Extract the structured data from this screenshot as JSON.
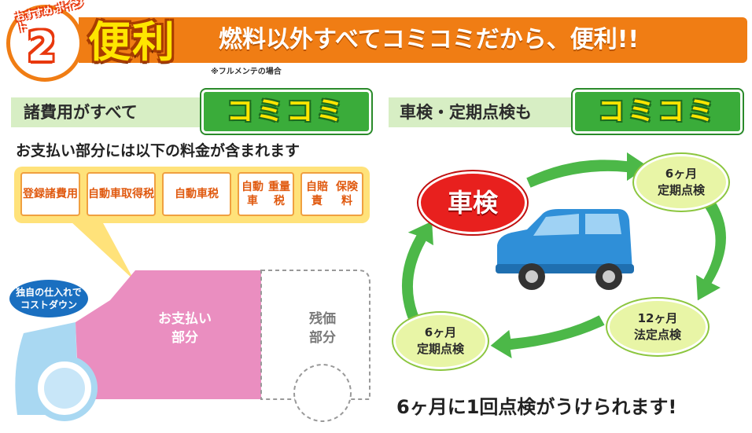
{
  "header": {
    "point_label": "おすすめ ポイント",
    "point_number": "2",
    "title": "便利",
    "headline": "燃料以外すべてコミコミだから、便利!!",
    "note": "※フルメンテの場合"
  },
  "left": {
    "section_title": "諸費用がすべて",
    "komikomi": "コミコミ",
    "includes": "お支払い部分には以下の料金が含まれます",
    "fees": [
      {
        "line1": "登録",
        "line2": "諸費用"
      },
      {
        "line1": "自動車",
        "line2": "取得税"
      },
      {
        "line1": "自動車税",
        "line2": ""
      },
      {
        "line1": "自動車",
        "line2": "重量税"
      },
      {
        "line1": "自賠責",
        "line2": "保険料"
      }
    ],
    "cost_bubble": {
      "line1": "独自の仕入れで",
      "line2": "コストダウン"
    },
    "payment": {
      "line1": "お支払い",
      "line2": "部分"
    },
    "residual": {
      "line1": "残価",
      "line2": "部分"
    }
  },
  "right": {
    "section_title": "車検・定期点検も",
    "komikomi": "コミコミ",
    "shaken": "車検",
    "inspections": [
      {
        "line1": "6ヶ月",
        "line2": "定期点検"
      },
      {
        "line1": "12ヶ月",
        "line2": "法定点検"
      },
      {
        "line1": "6ヶ月",
        "line2": "定期点検"
      }
    ],
    "bottom": "6ヶ月に1回点検がうけられます!"
  },
  "colors": {
    "orange": "#f07d14",
    "green": "#3aac3a",
    "pink": "#ea8ec0",
    "red": "#e8201e",
    "car_blue": "#2f8fd8"
  }
}
